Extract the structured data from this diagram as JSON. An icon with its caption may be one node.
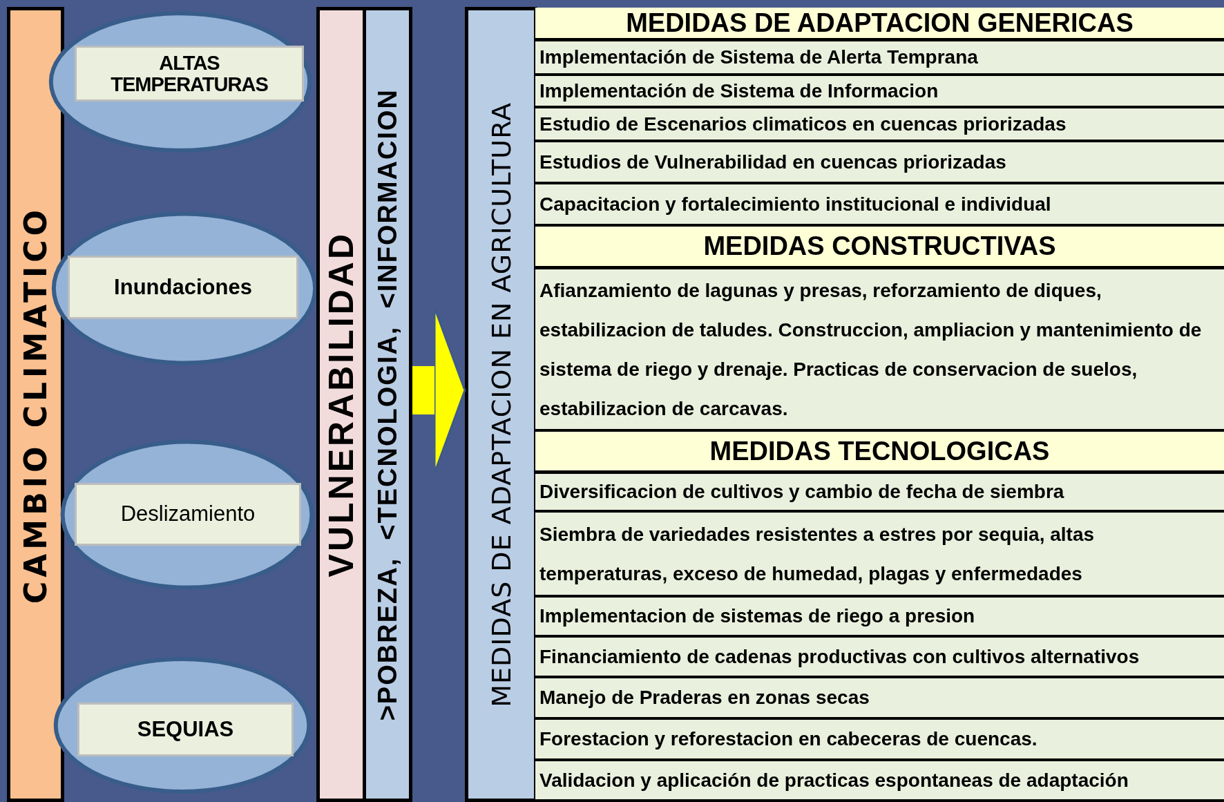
{
  "diagram": {
    "nodes": [
      {
        "text": [
          "CAMBIO CLIMATICO"
        ]
      },
      {
        "text": [
          "ALTAS TEMPERATURAS"
        ]
      },
      {
        "text": [
          "Inundaciones"
        ]
      },
      {
        "text": [
          "Deslizamiento"
        ]
      },
      {
        "text": [
          "SEQUIAS"
        ]
      },
      {
        "text": [
          "VULNERABILIDAD"
        ]
      },
      {
        "text": [
          ">POBREZA,  <TECNOLOGIA,  <INFORMACION"
        ]
      },
      {
        "text": [
          "MEDIDAS DE ADAPTACION EN AGRICULTURA"
        ]
      },
      {
        "text": [
          "MEDIDAS DE ADAPTACION GENERICAS"
        ]
      },
      {
        "text": [
          "Implementación de Sistema de Alerta Temprana"
        ]
      },
      {
        "text": [
          "Implementación de Sistema de Informacion"
        ]
      },
      {
        "text": [
          "Estudio de Escenarios climaticos en cuencas priorizadas"
        ]
      },
      {
        "text": [
          "Estudios de Vulnerabilidad en cuencas priorizadas"
        ]
      },
      {
        "text": [
          "Capacitacion y fortalecimiento institucional e individual"
        ]
      },
      {
        "text": [
          "MEDIDAS CONSTRUCTIVAS"
        ]
      },
      {
        "text": [
          "Afianzamiento de lagunas y presas, reforzamiento de diques, estabilizacion de taludes. Construccion, ampliacion y mantenimiento de sistema de riego y drenaje. Practicas de conservacion de suelos, estabilizacion de carcavas."
        ]
      },
      {
        "text": [
          "MEDIDAS TECNOLOGICAS"
        ]
      },
      {
        "text": [
          "Diversificacion de cultivos y cambio de fecha de siembra"
        ]
      },
      {
        "text": [
          "Siembra de variedades resistentes a estres por sequia, altas temperaturas, exceso de humedad,  plagas y enfermedades"
        ]
      },
      {
        "text": [
          "Implementacion de sistemas de riego a presion"
        ]
      },
      {
        "text": [
          "Financiamiento de cadenas productivas con cultivos alternativos"
        ]
      },
      {
        "text": [
          "Manejo de Praderas en zonas secas"
        ]
      },
      {
        "text": [
          "Forestacion y reforestacion en cabeceras de cuencas."
        ]
      },
      {
        "text": [
          "Validacion y aplicación de practicas espontaneas de adaptación"
        ]
      }
    ],
    "edges": [
      {
        "from": 6,
        "to": 7,
        "arrow": "to"
      }
    ]
  }
}
